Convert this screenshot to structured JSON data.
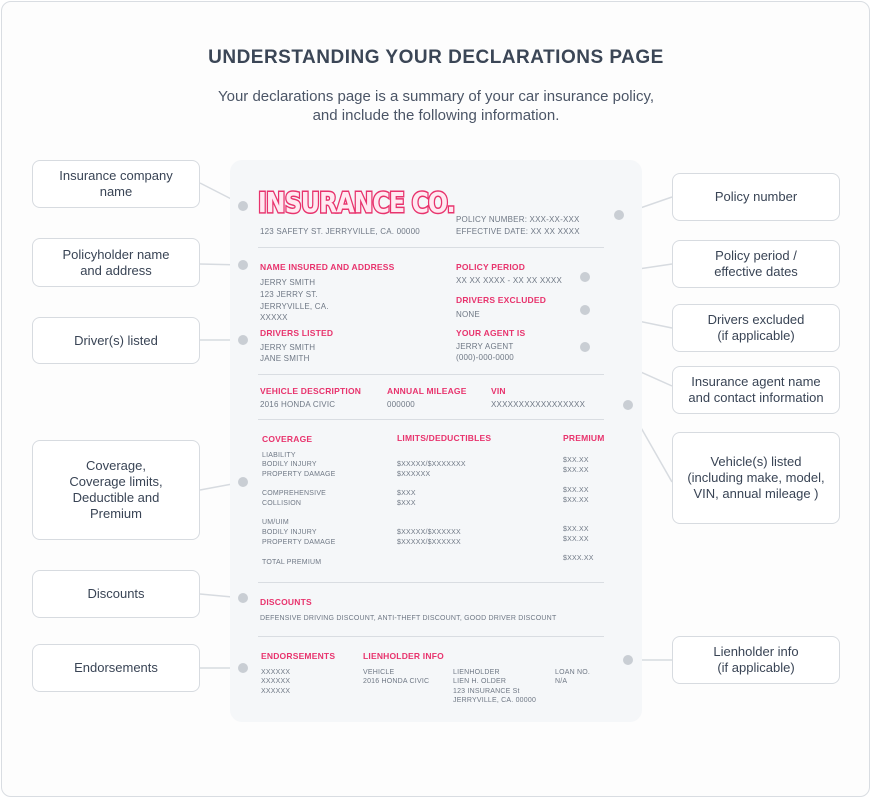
{
  "title": "UNDERSTANDING YOUR DECLARATIONS PAGE",
  "subtitle_line1": "Your declarations page is a summary of your car insurance policy,",
  "subtitle_line2": "and include the following information.",
  "callouts_left": [
    {
      "line1": "Insurance company",
      "line2": "name"
    },
    {
      "line1": "Policyholder name",
      "line2": "and address"
    },
    {
      "line1": "Driver(s) listed"
    },
    {
      "line1": "Coverage,",
      "line2": "Coverage limits,",
      "line3": "Deductible and",
      "line4": "Premium"
    },
    {
      "line1": "Discounts"
    },
    {
      "line1": "Endorsements"
    }
  ],
  "callouts_right": [
    {
      "line1": "Policy number"
    },
    {
      "line1": "Policy period /",
      "line2": "effective dates"
    },
    {
      "line1": "Drivers excluded",
      "line2": "(if applicable)"
    },
    {
      "line1": "Insurance agent name",
      "line2": "and contact information"
    },
    {
      "line1": "Vehicle(s) listed",
      "line2": "(including make, model,",
      "line3": "VIN, annual mileage )"
    },
    {
      "line1": "Lienholder info",
      "line2": "(if applicable)"
    }
  ],
  "doc": {
    "logo": "INSURANCE CO.",
    "address": "123 SAFETY ST. JERRYVILLE, CA. 00000",
    "policy_number": "POLICY NUMBER: XXX-XX-XXX",
    "effective_date": "EFFECTIVE DATE: XX XX XXXX",
    "name_insured_heading": "NAME INSURED AND ADDRESS",
    "insured_lines": [
      "JERRY SMITH",
      "123 JERRY ST.",
      "JERRYVILLE, CA.",
      "XXXXX"
    ],
    "policy_period_heading": "POLICY PERIOD",
    "policy_period": "XX XX XXXX - XX XX XXXX",
    "drivers_excluded_heading": "DRIVERS EXCLUDED",
    "drivers_excluded": "NONE",
    "drivers_listed_heading": "DRIVERS LISTED",
    "drivers": [
      "JERRY SMITH",
      "JANE SMITH"
    ],
    "agent_heading": "YOUR AGENT IS",
    "agent_lines": [
      "JERRY AGENT",
      "(000)-000-0000"
    ],
    "vehicle_heading": "VEHICLE DESCRIPTION",
    "vehicle": "2016 HONDA CIVIC",
    "mileage_heading": "ANNUAL MILEAGE",
    "mileage": "000000",
    "vin_heading": "VIN",
    "vin": "XXXXXXXXXXXXXXXXX",
    "coverage_heading": "COVERAGE",
    "limits_heading": "LIMITS/DEDUCTIBLES",
    "premium_heading": "PREMIUM",
    "coverage_lines": [
      "LIABILITY",
      "BODILY INJURY",
      "PROPERTY DAMAGE",
      "COMPREHENSIVE",
      "COLLISION",
      "UM/UIM",
      "BODILY INJURY",
      "PROPERTY DAMAGE",
      "TOTAL PREMIUM"
    ],
    "limits_lines": [
      "$XXXXX/$XXXXXXX",
      "$XXXXXX",
      "$XXX",
      "$XXX",
      "$XXXXX/$XXXXXX",
      "$XXXXX/$XXXXXX"
    ],
    "premium_lines": [
      "$XX.XX",
      "$XX.XX",
      "$XX.XX",
      "$XX.XX",
      "$XX.XX",
      "$XX.XX",
      "$XXX.XX"
    ],
    "discounts_heading": "DISCOUNTS",
    "discounts": "DEFENSIVE DRIVING DISCOUNT, ANTI-THEFT DISCOUNT, GOOD DRIVER DISCOUNT",
    "endorsements_heading": "ENDORSEMENTS",
    "endorsements": [
      "XXXXXX",
      "XXXXXX",
      "XXXXXX"
    ],
    "lienholder_heading": "LIENHOLDER INFO",
    "lien_vehicle": [
      "VEHICLE",
      "2016 HONDA CIVIC"
    ],
    "lien_holder": [
      "LIENHOLDER",
      "LIEN H. OLDER",
      "123 INSURANCE St",
      "JERRYVILLE, CA. 00000"
    ],
    "loan": [
      "LOAN NO.",
      "N/A"
    ]
  }
}
